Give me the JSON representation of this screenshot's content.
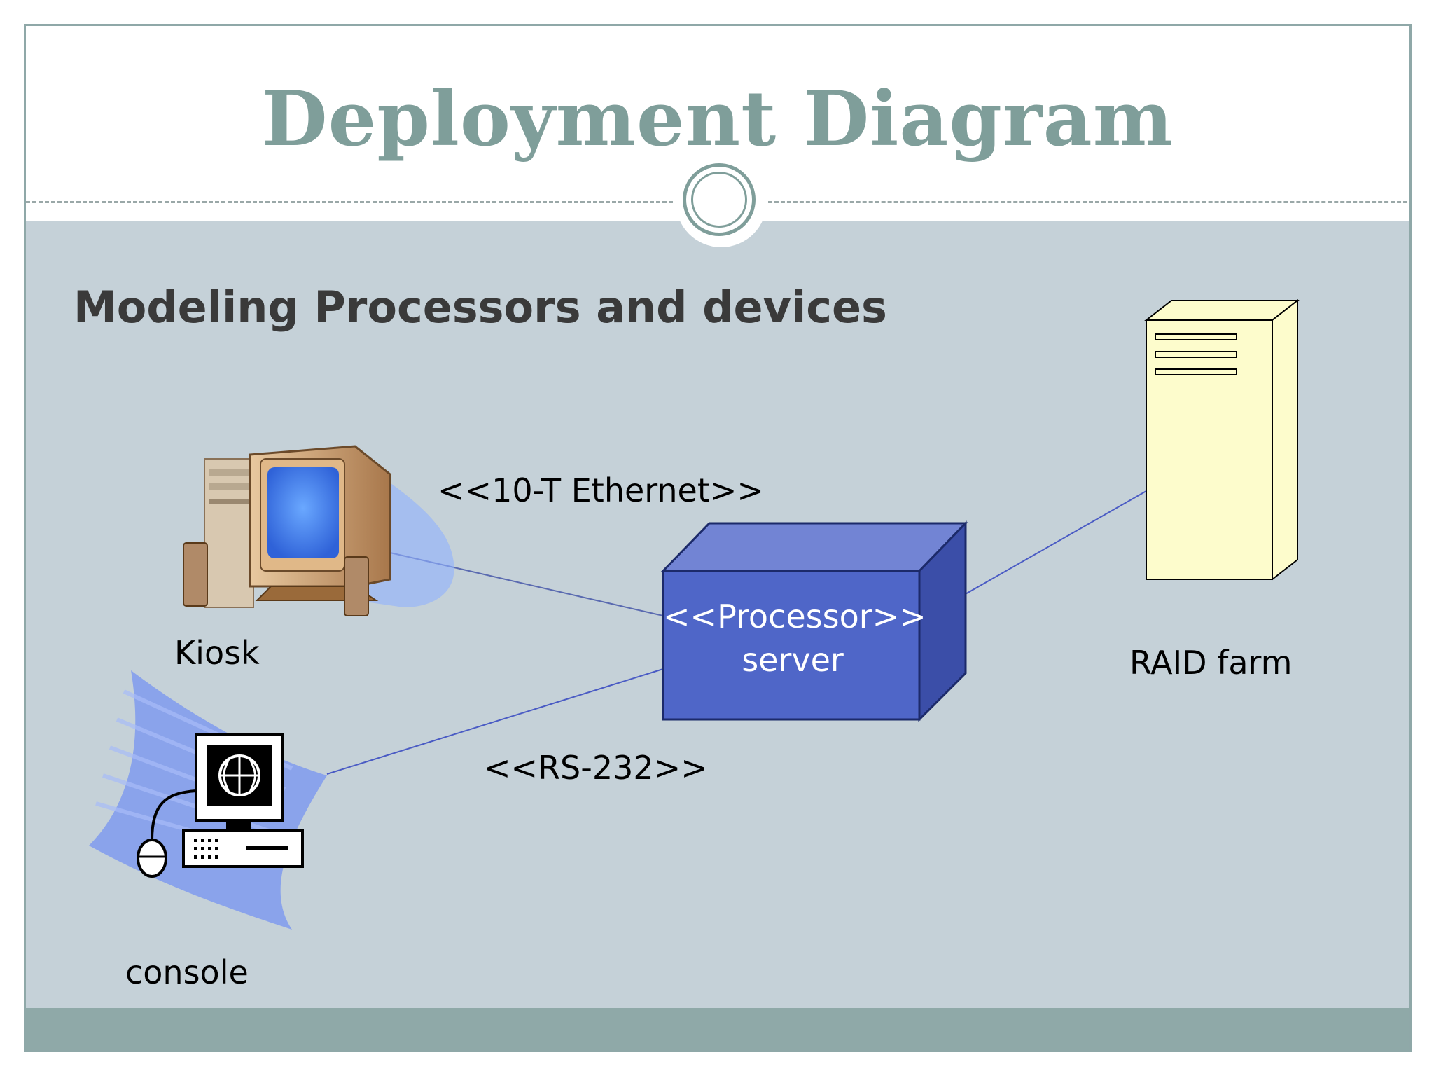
{
  "slide": {
    "title": "Deployment Diagram",
    "subtitle": "Modeling Processors and devices"
  },
  "nodes": {
    "kiosk": {
      "label": "Kiosk",
      "icon": "desktop-computer-icon"
    },
    "console": {
      "label": "console",
      "icon": "workstation-icon"
    },
    "server": {
      "stereotype": "<<Processor>>",
      "name": "server",
      "icon": "3d-node-box"
    },
    "raid": {
      "label": "RAID farm",
      "icon": "server-tower-icon"
    }
  },
  "connections": {
    "ethernet": {
      "label": "<<10-T Ethernet>>"
    },
    "serial": {
      "label": "<<RS-232>>"
    }
  },
  "colors": {
    "title": "#7f9e9a",
    "body_bg": "#c5d1d8",
    "footer": "#8fa9a8",
    "node_front": "#4f66c8",
    "node_top": "#7284d4",
    "node_side": "#3b4ea8",
    "tower": "#fdfccc",
    "link": "#4a5bc4"
  }
}
